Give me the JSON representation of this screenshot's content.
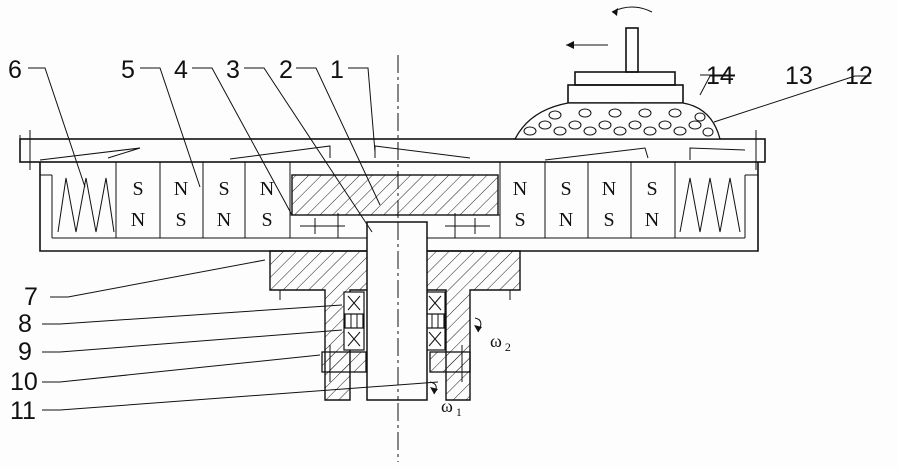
{
  "labels": {
    "l1": "1",
    "l2": "2",
    "l3": "3",
    "l4": "4",
    "l5": "5",
    "l6": "6",
    "l7": "7",
    "l8": "8",
    "l9": "9",
    "l10": "10",
    "l11": "11",
    "l12": "12",
    "l13": "13",
    "l14": "14"
  },
  "magnets": {
    "left": [
      {
        "top": "S",
        "bottom": "N"
      },
      {
        "top": "N",
        "bottom": "S"
      },
      {
        "top": "S",
        "bottom": "N"
      },
      {
        "top": "N",
        "bottom": "S"
      }
    ],
    "right": [
      {
        "top": "N",
        "bottom": "S"
      },
      {
        "top": "S",
        "bottom": "N"
      },
      {
        "top": "N",
        "bottom": "S"
      },
      {
        "top": "S",
        "bottom": "N"
      }
    ]
  },
  "omega": {
    "w1": "ω",
    "w1_sub": "1",
    "w2": "ω",
    "w2_sub": "2"
  }
}
